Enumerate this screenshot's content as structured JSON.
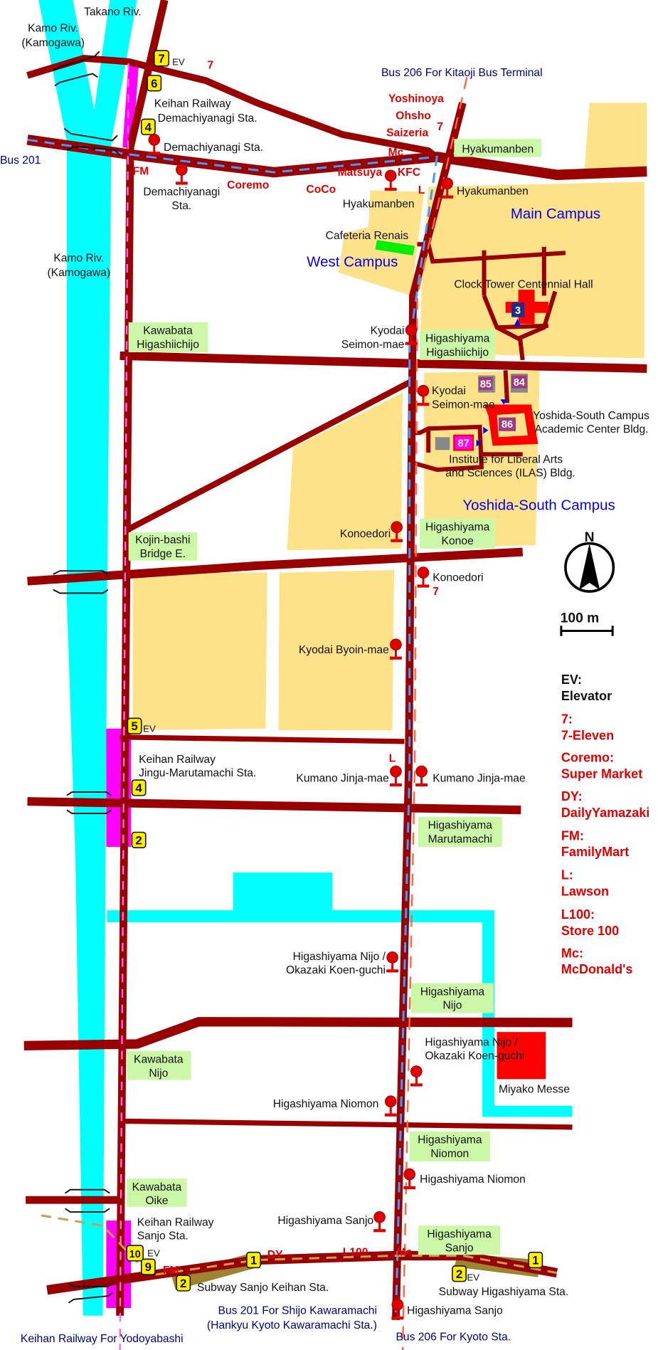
{
  "colors": {
    "road": "#990000",
    "river": "#00ffff",
    "campus": "#fde28a",
    "keihan": "#ff00ff",
    "bus201": "#4499ff",
    "bus206": "#ff6644",
    "stop_label": "#ccf7a6",
    "subway": "#9c8530"
  },
  "rivers": {
    "takano": "Takano Riv.",
    "kamo_top_1": "Kamo Riv.",
    "kamo_top_2": "(Kamogawa)",
    "kamo_mid_1": "Kamo Riv.",
    "kamo_mid_2": "(Kamogawa)"
  },
  "bus_routes": {
    "bus201_west": "Bus 201",
    "bus206_north": "Bus 206 For Kitaoji Bus Terminal",
    "bus201_south_1": "Bus 201 For Shijo Kawaramachi",
    "bus201_south_2": "(Hankyu Kyoto Kawaramachi Sta.)",
    "bus206_south": "Bus 206 For Kyoto Sta.",
    "keihan_south": "Keihan Railway For Yodoyabashi"
  },
  "stations": {
    "demachiyanagi_1": "Keihan Railway",
    "demachiyanagi_2": "Demachiyanagi Sta.",
    "jingu_1": "Keihan Railway",
    "jingu_2": "Jingu-Marutamachi Sta.",
    "sanjo_1": "Keihan Railway",
    "sanjo_2": "Sanjo Sta.",
    "subway_sanjo_keihan": "Subway Sanjo Keihan Sta.",
    "subway_higashiyama": "Subway Higashiyama Sta."
  },
  "exits": {
    "ev": "EV",
    "e7": "7",
    "e6": "6",
    "e4a": "4",
    "e5": "5",
    "e4b": "4",
    "e2a": "2",
    "e10": "10",
    "e9": "9",
    "e1a": "1",
    "e2b": "2",
    "e1b": "1",
    "e2c": "2"
  },
  "bus_stops": {
    "demachiyanagi_n": "Demachiyanagi Sta.",
    "demachiyanagi_s_1": "Demachiyanagi",
    "demachiyanagi_s_2": "Sta.",
    "hyakumanben_w": "Hyakumanben",
    "hyakumanben_e": "Hyakumanben",
    "seimon_w_1": "Kyodai",
    "seimon_w_2": "Seimon-mae",
    "seimon_e_1": "Kyodai",
    "seimon_e_2": "Seimon-mae",
    "konoedori_w": "Konoedori",
    "konoedori_e": "Konoedori",
    "byoin": "Kyodai Byoin-mae",
    "kumano_w": "Kumano Jinja-mae",
    "kumano_e": "Kumano Jinja-mae",
    "nijo_w_1": "Higashiyama Nijo /",
    "nijo_w_2": "Okazaki Koen-guchi",
    "nijo_e_1": "Higashiyama Nijo /",
    "nijo_e_2": "Okazaki Koen-guchi",
    "niomon_w": "Higashiyama Niomon",
    "niomon_e": "Higashiyama Niomon",
    "sanjo_w": "Higashiyama Sanjo",
    "sanjo_e": "Higashiyama Sanjo"
  },
  "tram_stops": {
    "hyakumanben": "Hyakumanben",
    "kawabata_higashiichijo_1": "Kawabata",
    "kawabata_higashiichijo_2": "Higashiichijo",
    "higashiyama_higashiichijo_1": "Higashiyama",
    "higashiyama_higashiichijo_2": "Higashiichijo",
    "kojinbashi_1": "Kojin-bashi",
    "kojinbashi_2": "Bridge E.",
    "higashiyama_konoe_1": "Higashiyama",
    "higashiyama_konoe_2": "Konoe",
    "higashiyama_marutamachi_1": "Higashiyama",
    "higashiyama_marutamachi_2": "Marutamachi",
    "higashiyama_nijo_1": "Higashiyama",
    "higashiyama_nijo_2": "Nijo",
    "kawabata_nijo_1": "Kawabata",
    "kawabata_nijo_2": "Nijo",
    "higashiyama_niomon_1": "Higashiyama",
    "higashiyama_niomon_2": "Niomon",
    "kawabata_oike_1": "Kawabata",
    "kawabata_oike_2": "Oike",
    "higashiyama_sanjo_1": "Higashiyama",
    "higashiyama_sanjo_2": "Sanjo"
  },
  "shops": {
    "seven_top": "7",
    "yoshinoya": "Yoshinoya",
    "ohsho": "Ohsho",
    "saizeria": "Saizeria",
    "seven_hyaku": "7",
    "mc_hyaku": "Mc",
    "kfc": "KFC",
    "matsuya": "Matsuya",
    "coco": "CoCo",
    "lawson_hyaku": "L",
    "fm_demachi": "FM",
    "coremo": "Coremo",
    "seven_konoe": "7",
    "lawson_kumano": "L",
    "fm_sanjo": "FM",
    "dy": "DY",
    "l100": "L100",
    "mc_sanjo": "Mc"
  },
  "campus": {
    "main": "Main Campus",
    "west": "West Campus",
    "yoshida_south": "Yoshida-South Campus"
  },
  "buildings": {
    "cafeteria": "Cafeteria Renais",
    "clock_tower": "Clock Tower Centennial Hall",
    "academic_1": "Yoshida-South Campus",
    "academic_2": "Academic Center Bldg.",
    "ilas_1": "Institute for Liberal Arts",
    "ilas_2": "and Sciences (ILAS) Bldg.",
    "n3": "3",
    "n84": "84",
    "n85": "85",
    "n86": "86",
    "n87": "87",
    "miyako_messe": "Miyako Messe"
  },
  "compass": {
    "north": "N"
  },
  "scale": {
    "label": "100 m"
  },
  "legend": [
    {
      "key": "EV:",
      "value": "Elevator"
    },
    {
      "key": "7:",
      "value": "7-Eleven"
    },
    {
      "key": "Coremo:",
      "value": "Super Market"
    },
    {
      "key": "DY:",
      "value": "DailyYamazaki"
    },
    {
      "key": "FM:",
      "value": "FamilyMart"
    },
    {
      "key": "L:",
      "value": "Lawson"
    },
    {
      "key": "L100:",
      "value": "Store 100"
    },
    {
      "key": "Mc:",
      "value": "McDonald's"
    }
  ]
}
